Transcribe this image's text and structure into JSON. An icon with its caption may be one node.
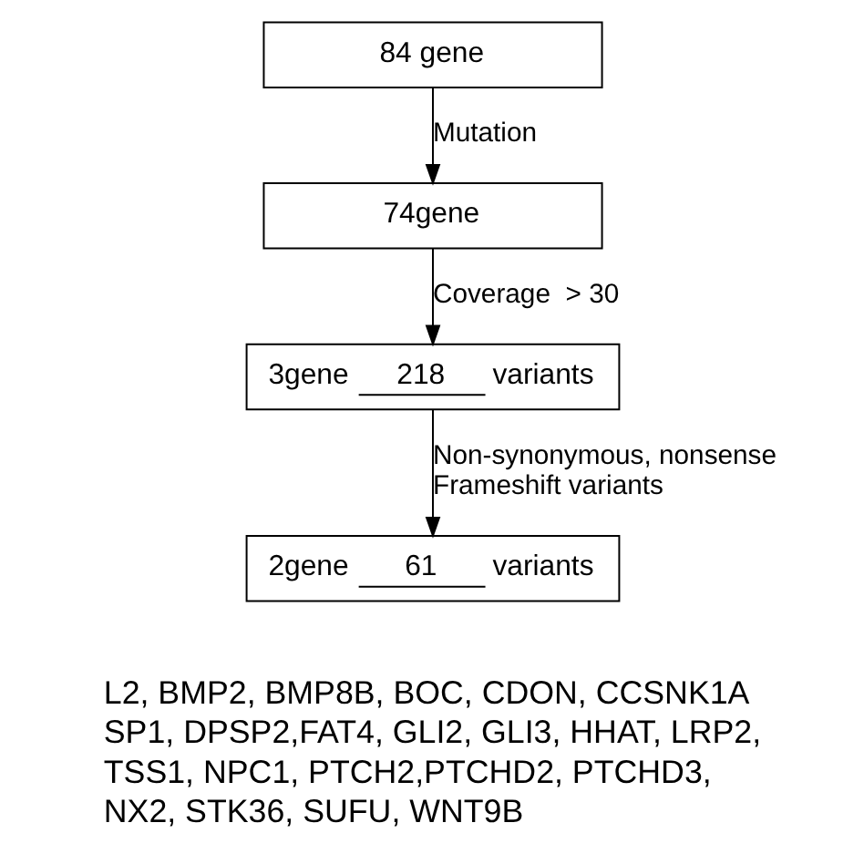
{
  "diagram": {
    "nodes": [
      {
        "text": [
          "84 gene"
        ]
      },
      {
        "text": [
          "74gene"
        ]
      },
      {
        "text": [
          "3gene",
          "218",
          "variants"
        ]
      },
      {
        "text": [
          "2gene",
          "61",
          "variants"
        ]
      }
    ],
    "edges": [
      {
        "from": 0,
        "to": 1,
        "arrow": "to",
        "label": "Mutation"
      },
      {
        "from": 1,
        "to": 2,
        "arrow": "to",
        "label": "Coverage  > 30"
      },
      {
        "from": 2,
        "to": 3,
        "arrow": "to",
        "label": "Non-synonymous, nonsense Frameshift variants"
      }
    ],
    "labels": [
      "L2, BMP2, BMP8B, BOC, CDON, CCSNK1A",
      "SP1, DPSP2,FAT4, GLI2, GLI3, HHAT, LRP2,",
      "TSS1, NPC1, PTCH2,PTCHD2, PTCHD3,",
      "NX2, STK36, SUFU, WNT9B"
    ]
  }
}
